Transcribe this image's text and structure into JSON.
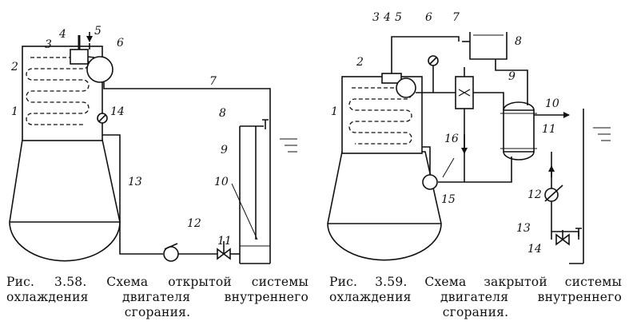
{
  "figures": [
    {
      "id": "fig-3-58",
      "caption": [
        "Рис. 3.58. Схема открытой системы",
        "охлаждения двигателя внутреннего",
        "сгорания."
      ],
      "labels": [
        "1",
        "2",
        "3",
        "4",
        "5",
        "6",
        "7",
        "8",
        "9",
        "10",
        "11",
        "12",
        "13",
        "14"
      ]
    },
    {
      "id": "fig-3-59",
      "caption": [
        "Рис. 3.59. Схема закрытой системы",
        "охлаждения двигателя внутреннего",
        "сгорания."
      ],
      "labels": [
        "1",
        "2",
        "3",
        "4",
        "5",
        "6",
        "7",
        "8",
        "9",
        "10",
        "11",
        "12",
        "13",
        "14",
        "15",
        "16"
      ]
    }
  ]
}
